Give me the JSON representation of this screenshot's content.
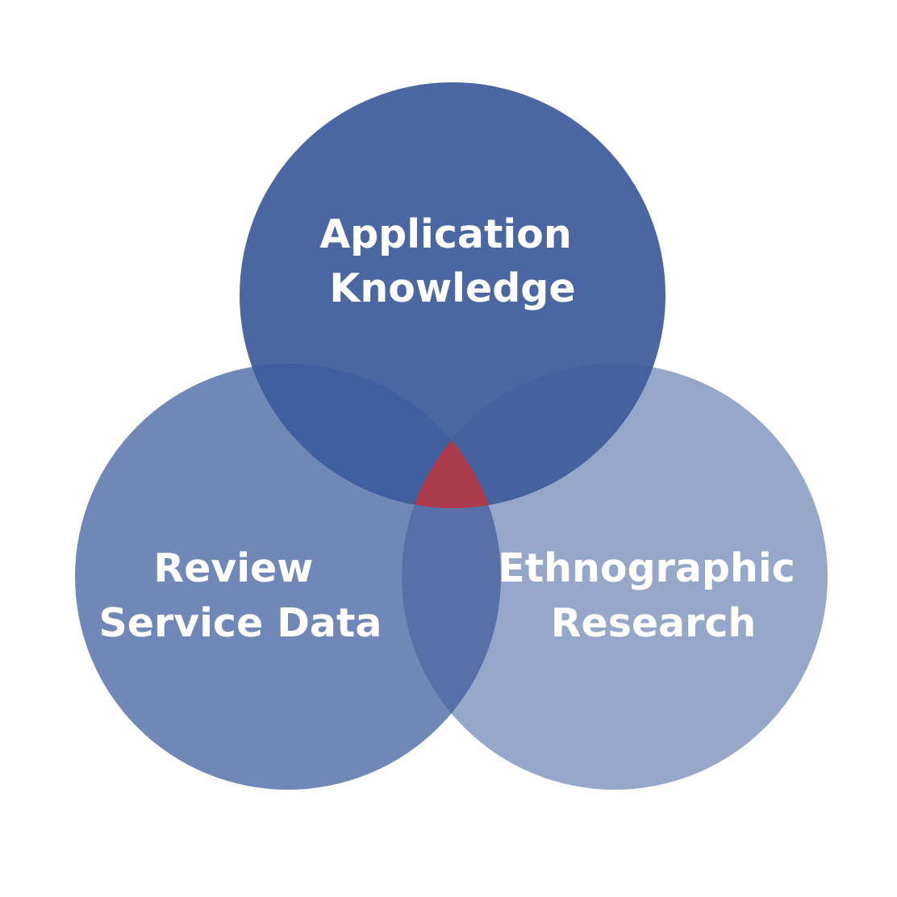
{
  "diagram": {
    "type": "venn",
    "circles": [
      {
        "id": "top",
        "label_lines": [
          "Application",
          "Knowledge"
        ],
        "color": "#4A67A2"
      },
      {
        "id": "left",
        "label_lines": [
          "Review",
          "Service Data"
        ],
        "color": "#6F88B7"
      },
      {
        "id": "right",
        "label_lines": [
          "Ethnographic",
          "Research"
        ],
        "color": "#95A8CA"
      }
    ],
    "overlap_colors": {
      "top_left": "#405F9E",
      "top_right": "#45629F",
      "left_right": "#5771A8",
      "center": "#AE3B4C"
    },
    "background": "#FFFFFF"
  }
}
